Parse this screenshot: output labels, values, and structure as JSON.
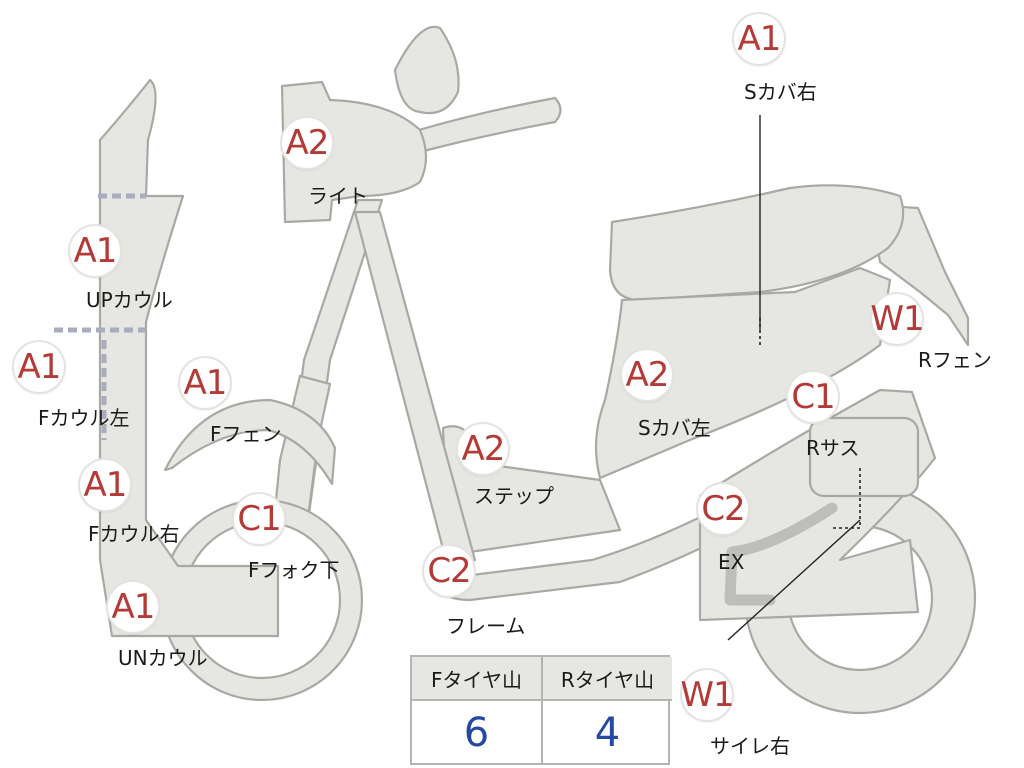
{
  "markers": [
    {
      "id": "up-cowl",
      "code": "A1",
      "label": "UPカウル"
    },
    {
      "id": "f-cowl-left",
      "code": "A1",
      "label": "Fカウル左"
    },
    {
      "id": "f-cowl-right",
      "code": "A1",
      "label": "Fカウル右"
    },
    {
      "id": "un-cowl",
      "code": "A1",
      "label": "UNカウル"
    },
    {
      "id": "light",
      "code": "A2",
      "label": "ライト"
    },
    {
      "id": "f-fender",
      "code": "A1",
      "label": "Fフェン"
    },
    {
      "id": "f-fork-lower",
      "code": "C1",
      "label": "Fフォク下"
    },
    {
      "id": "frame",
      "code": "C2",
      "label": "フレーム"
    },
    {
      "id": "step",
      "code": "A2",
      "label": "ステップ"
    },
    {
      "id": "s-cover-left",
      "code": "A2",
      "label": "Sカバ左"
    },
    {
      "id": "s-cover-right",
      "code": "A1",
      "label": "Sカバ右"
    },
    {
      "id": "r-fender",
      "code": "W1",
      "label": "Rフェン"
    },
    {
      "id": "r-suspension",
      "code": "C1",
      "label": "Rサス"
    },
    {
      "id": "exhaust",
      "code": "C2",
      "label": "EX"
    },
    {
      "id": "muffler-right",
      "code": "W1",
      "label": "サイレ右"
    }
  ],
  "tire_table": {
    "front_header": "Fタイヤ山",
    "rear_header": "Rタイヤ山",
    "front_value": "6",
    "rear_value": "4"
  },
  "colors": {
    "part_fill": "#e6e6e2",
    "part_outline": "#a9a9a4",
    "code_text": "#b33a36",
    "value_text": "#2548a0"
  }
}
